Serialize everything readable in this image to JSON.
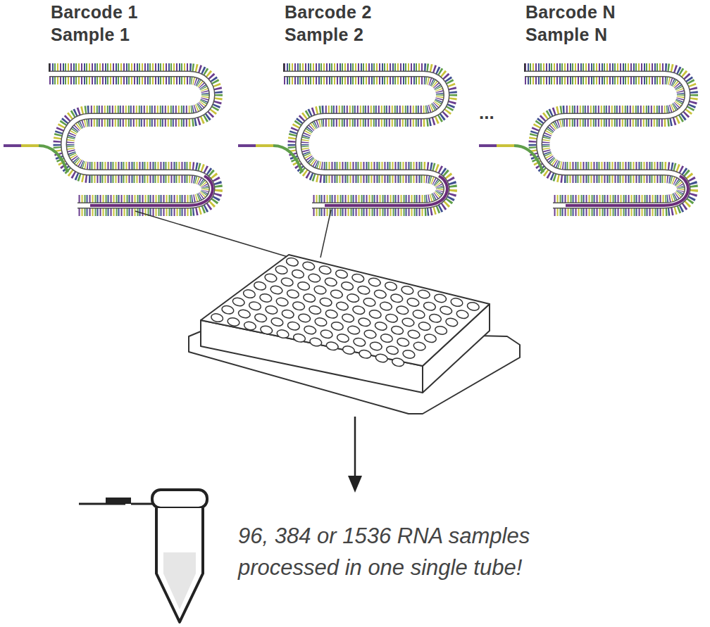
{
  "diagram": {
    "labels": [
      "Barcode 1",
      "Sample 1",
      "Barcode 2",
      "Sample 2",
      "...",
      "Barcode N",
      "Sample N",
      "96, 384 or 1536 RNA samples processed in one single tube!"
    ]
  }
}
